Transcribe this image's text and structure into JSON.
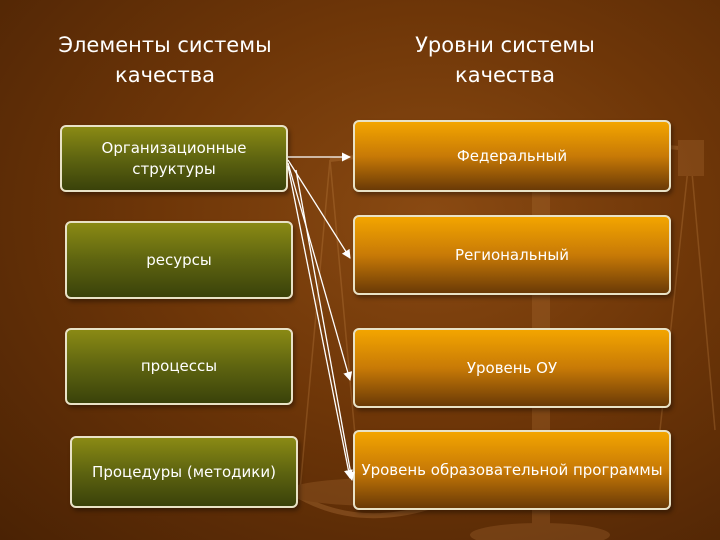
{
  "left_heading": "Элементы системы качества",
  "right_heading": "Уровни системы качества",
  "elements": [
    "Организационные структуры",
    "ресурсы",
    "процессы",
    "Процедуры (методики)"
  ],
  "levels": [
    "Федеральный",
    "Региональный",
    "Уровень ОУ",
    "Уровень образовательной программы"
  ],
  "colors": {
    "background": "#6e3608",
    "element_box": "#5e6410",
    "level_box": "#f3a500",
    "border": "#e9e2c6",
    "arrow": "#ffffff"
  }
}
